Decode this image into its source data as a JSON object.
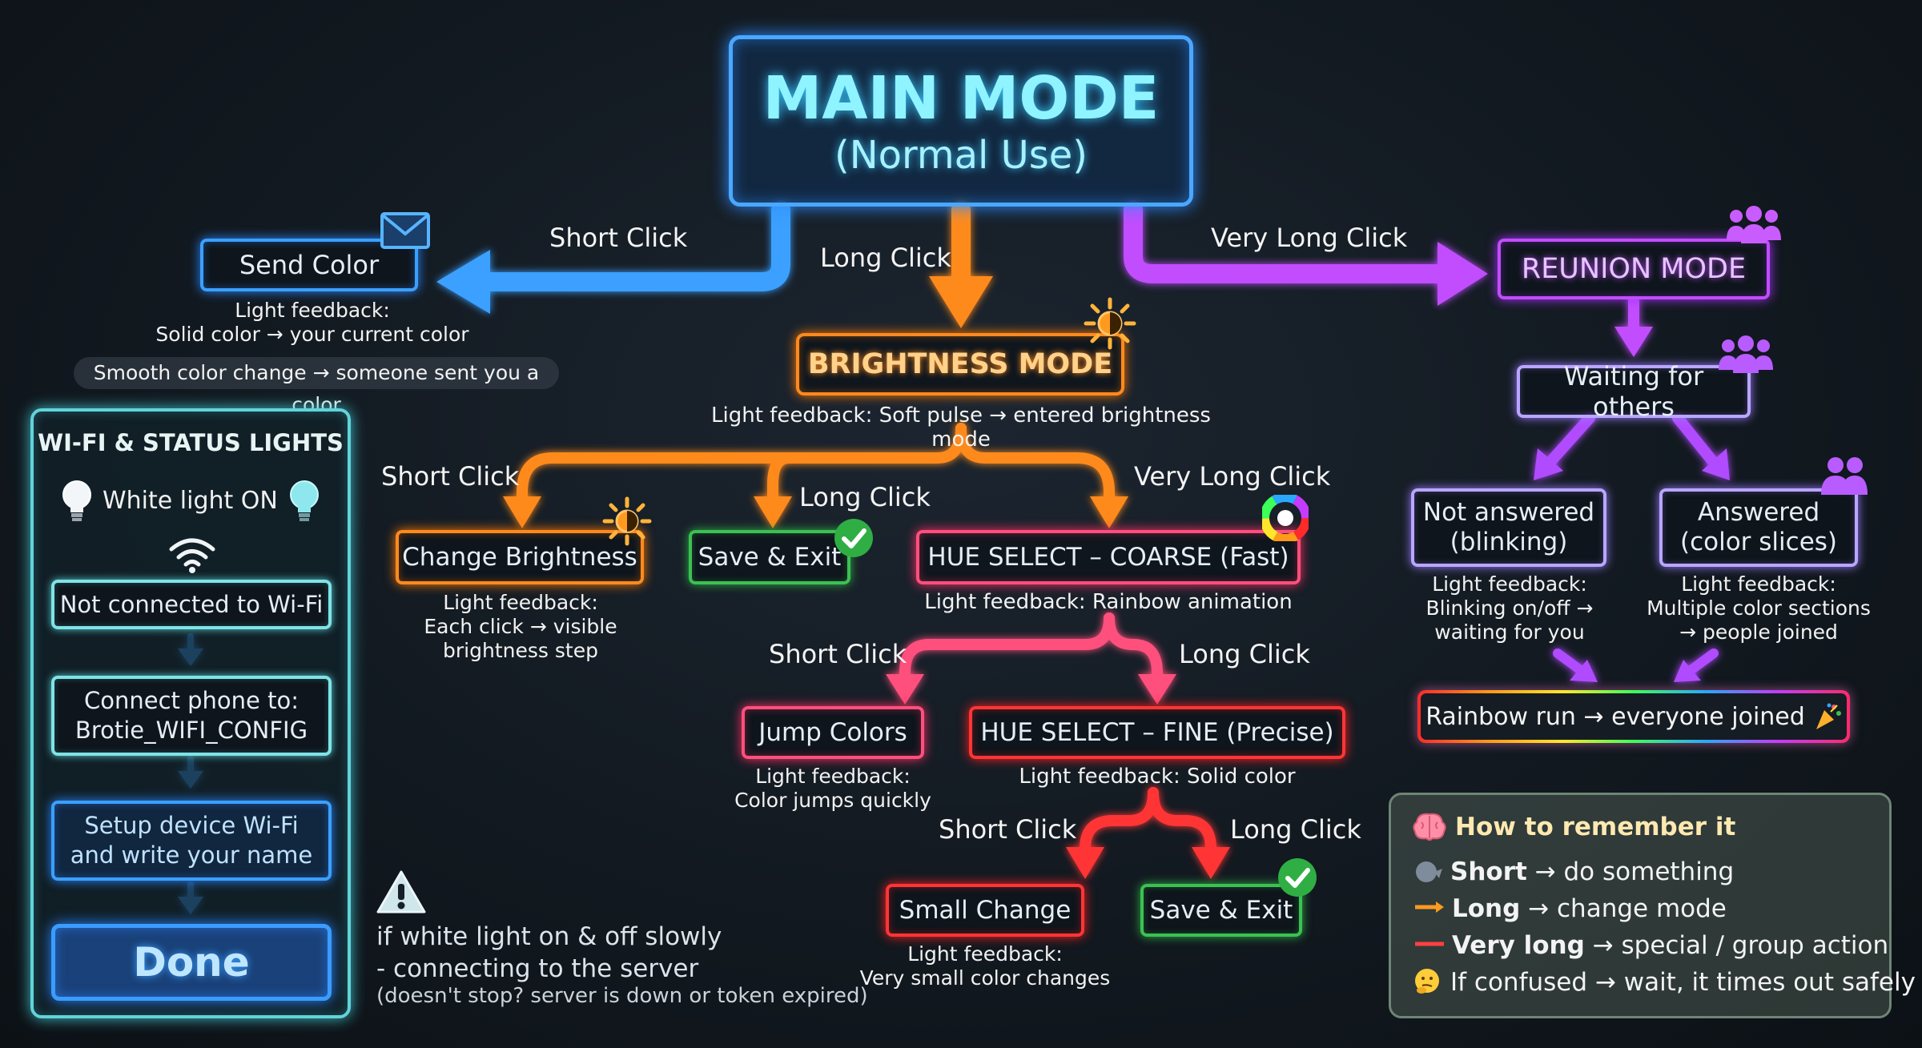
{
  "main": {
    "title": "MAIN MODE",
    "subtitle": "(Normal Use)"
  },
  "branches": {
    "short_click": "Short Click",
    "long_click": "Long Click",
    "very_long_click": "Very Long Click"
  },
  "send_color": {
    "label": "Send Color",
    "feedback_line1": "Light feedback:",
    "feedback_line2": "Solid color → your current color",
    "feedback_line3": "Smooth color change → someone sent you a color"
  },
  "brightness": {
    "title": "BRIGHTNESS MODE",
    "feedback": "Light feedback: Soft pulse → entered brightness mode",
    "short_click": "Short Click",
    "long_click": "Long Click",
    "very_long_click": "Very Long Click",
    "change": {
      "label": "Change Brightness",
      "f1": "Light feedback:",
      "f2": "Each click → visible",
      "f3": "brightness step"
    },
    "save": {
      "label": "Save & Exit"
    }
  },
  "hue_coarse": {
    "label": "HUE SELECT – COARSE (Fast)",
    "feedback": "Light feedback: Rainbow animation",
    "short_click": "Short Click",
    "long_click": "Long Click",
    "jump": {
      "label": "Jump Colors",
      "f1": "Light feedback:",
      "f2": "Color jumps quickly"
    }
  },
  "hue_fine": {
    "label": "HUE SELECT – FINE (Precise)",
    "feedback": "Light feedback: Solid color",
    "short_click": "Short Click",
    "long_click": "Long Click",
    "small": {
      "label": "Small Change",
      "f1": "Light feedback:",
      "f2": "Very small color changes"
    },
    "save": {
      "label": "Save & Exit"
    }
  },
  "reunion": {
    "title": "REUNION MODE",
    "waiting": "Waiting for others",
    "not_answered": {
      "l1": "Not answered",
      "l2": "(blinking)",
      "f1": "Light feedback:",
      "f2": "Blinking on/off →",
      "f3": "waiting for you"
    },
    "answered": {
      "l1": "Answered",
      "l2": "(color slices)",
      "f1": "Light feedback:",
      "f2": "Multiple color sections",
      "f3": "→ people joined"
    },
    "rainbow": "Rainbow run → everyone joined"
  },
  "wifi": {
    "title": "WI-FI & STATUS LIGHTS",
    "white_light": "White light ON",
    "not_connected": "Not connected to Wi-Fi",
    "connect_l1": "Connect phone to:",
    "connect_l2": "Brotie_WIFI_CONFIG",
    "setup_l1": "Setup device Wi-Fi",
    "setup_l2": "and write your name",
    "done": "Done"
  },
  "warning": {
    "l1": "if white light on & off slowly",
    "l2": "- connecting to the server",
    "l3": "(doesn't stop? server is down or token expired)"
  },
  "legend": {
    "title": "How to remember it",
    "short_key": "Short",
    "short_val": "→ do something",
    "long_key": "Long",
    "long_val": "→ change mode",
    "verylong_key": "Very long",
    "verylong_val": "→ special / group action",
    "confused": "If confused → wait, it times out safely"
  },
  "colors": {
    "blue": "#3aa0ff",
    "orange": "#ff8a1f",
    "purple": "#c14dff",
    "pink": "#ff4f7d",
    "red": "#ff3535",
    "green": "#3cc152",
    "cyan": "#63d3da",
    "lavender": "#b9a6ff"
  },
  "icons": [
    "envelope-icon",
    "sun-icon",
    "checkmark-icon",
    "color-wheel-icon",
    "people-icon",
    "lightbulb-icon",
    "wifi-icon",
    "warning-icon",
    "brain-icon",
    "speech-icon",
    "thinking-face-icon",
    "party-popper-icon"
  ]
}
